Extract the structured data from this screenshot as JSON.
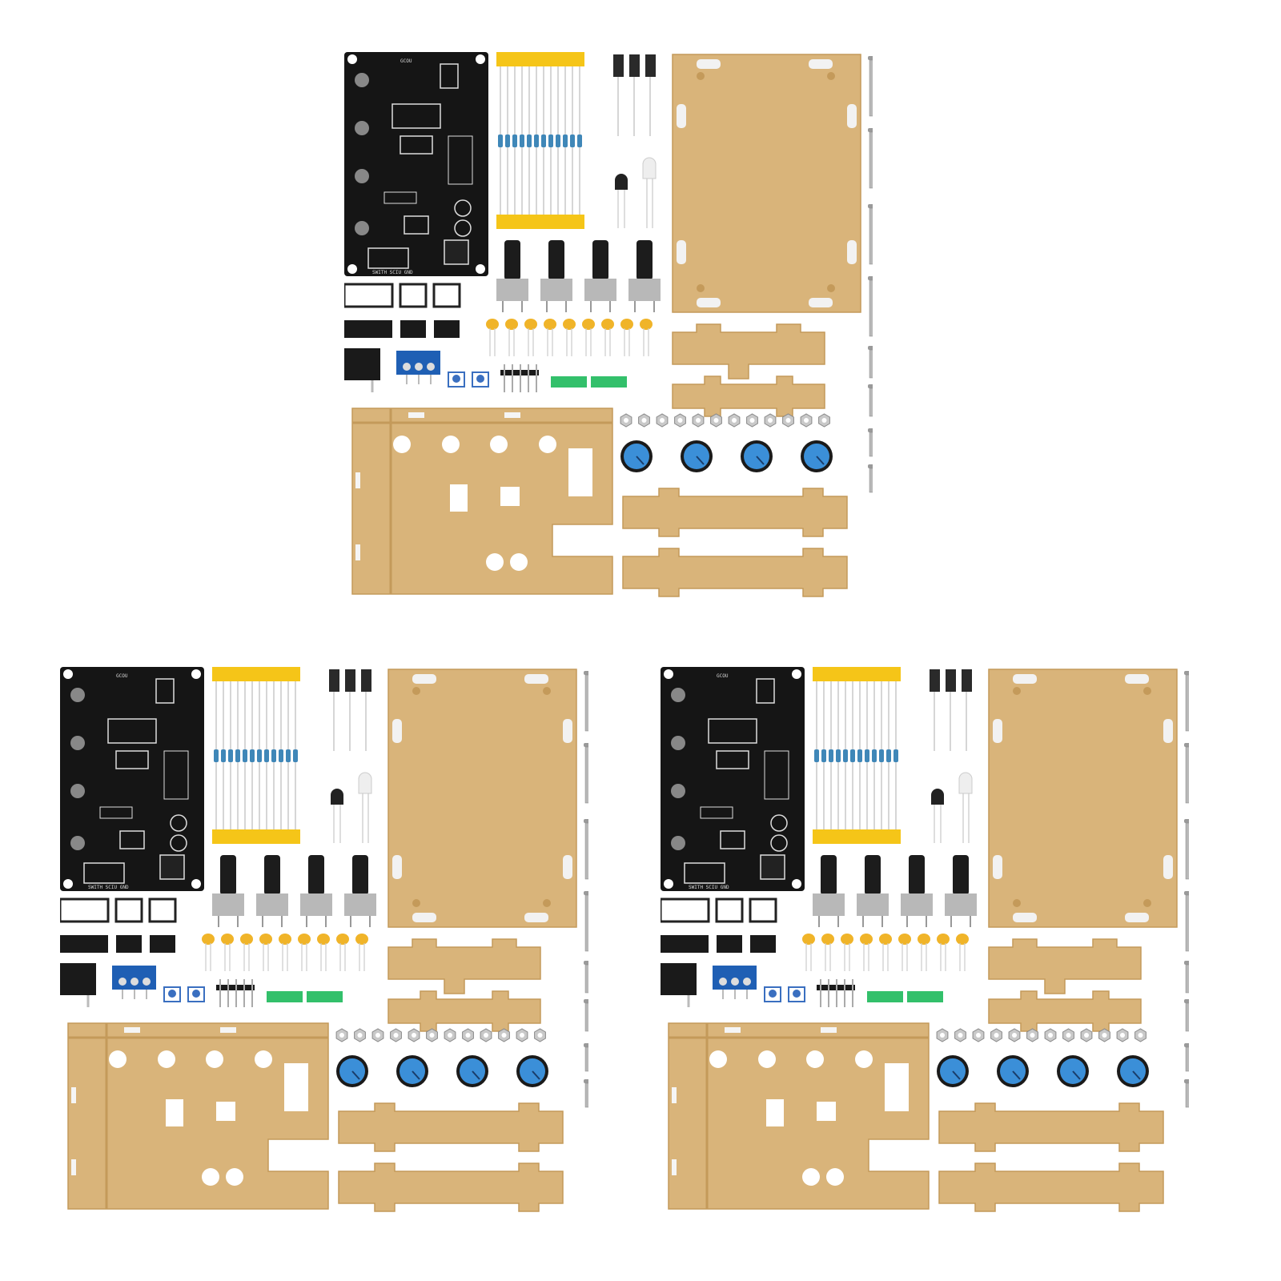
{
  "scene": {
    "kit_count": 3
  },
  "pcb": {
    "silkscreen_top": "GCOU",
    "silkscreen_bottom": "SWITH SCIU GND"
  },
  "palette": {
    "pcb": "#151515",
    "acrylic": "#d9b47a",
    "acrylic_edge": "#c49a5a",
    "resistor_body": "#3f87b8",
    "tape": "#f5c518",
    "terminal": "#1f5fb4",
    "knob": "#3b8fd8",
    "trimmer_board": "#33c06b",
    "metal": "#b8b8b8",
    "capacitor": "#f0b429"
  },
  "icons": [
    "pcb-board-icon",
    "resistor-icon",
    "capacitor-icon",
    "potentiometer-icon",
    "knob-icon",
    "screw-icon",
    "nut-icon",
    "acrylic-panel-icon"
  ]
}
